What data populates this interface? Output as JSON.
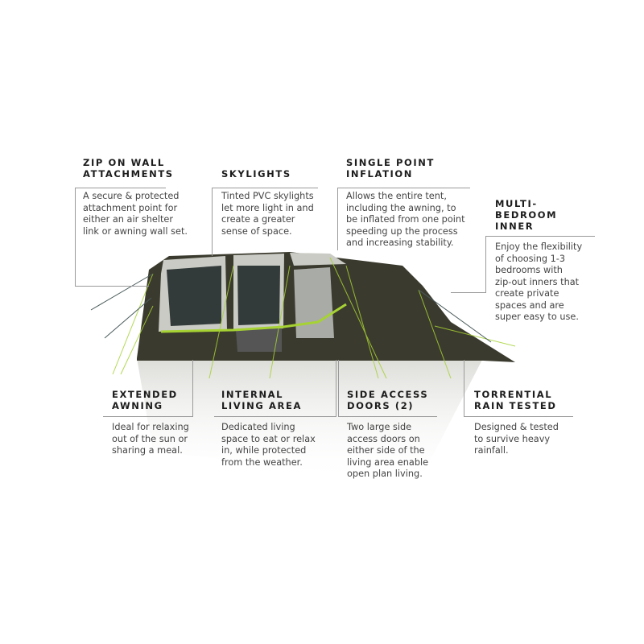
{
  "features": {
    "zip_on_wall": {
      "title": "ZIP ON WALL\nATTACHMENTS",
      "text": "A secure & protected\nattachment point for\neither an air shelter\nlink or awning wall set."
    },
    "skylights": {
      "title": "SKYLIGHTS",
      "text": "Tinted PVC skylights\nlet more light in and\ncreate a greater\nsense of space."
    },
    "single_point_inflation": {
      "title": "SINGLE POINT\nINFLATION",
      "text": "Allows the entire tent,\nincluding the awning, to\nbe inflated from one point\nspeeding up the process\nand increasing stability."
    },
    "multi_bedroom": {
      "title": "MULTI-\nBEDROOM\nINNER",
      "text": "Enjoy the flexibility\nof choosing 1-3\nbedrooms with\nzip-out inners that\ncreate private\nspaces and are\nsuper easy to use."
    },
    "extended_awning": {
      "title": "EXTENDED\nAWNING",
      "text": "Ideal for relaxing\nout of the sun or\nsharing a meal."
    },
    "internal_living": {
      "title": "INTERNAL\nLIVING AREA",
      "text": "Dedicated living\nspace to eat or relax\nin, while protected\nfrom the weather."
    },
    "side_access": {
      "title": "SIDE ACCESS\nDOORS (2)",
      "text": "Two large side\naccess doors on\neither side of the\nliving area enable\nopen plan living."
    },
    "torrential_rain": {
      "title": "TORRENTIAL\nRAIN TESTED",
      "text": "Designed & tested\nto survive heavy\nrainfall."
    }
  },
  "colors": {
    "tent_body": "#3b3a2e",
    "accent": "#a6d233",
    "panel": "#c9cbc4",
    "line": "#9a9a9a"
  }
}
